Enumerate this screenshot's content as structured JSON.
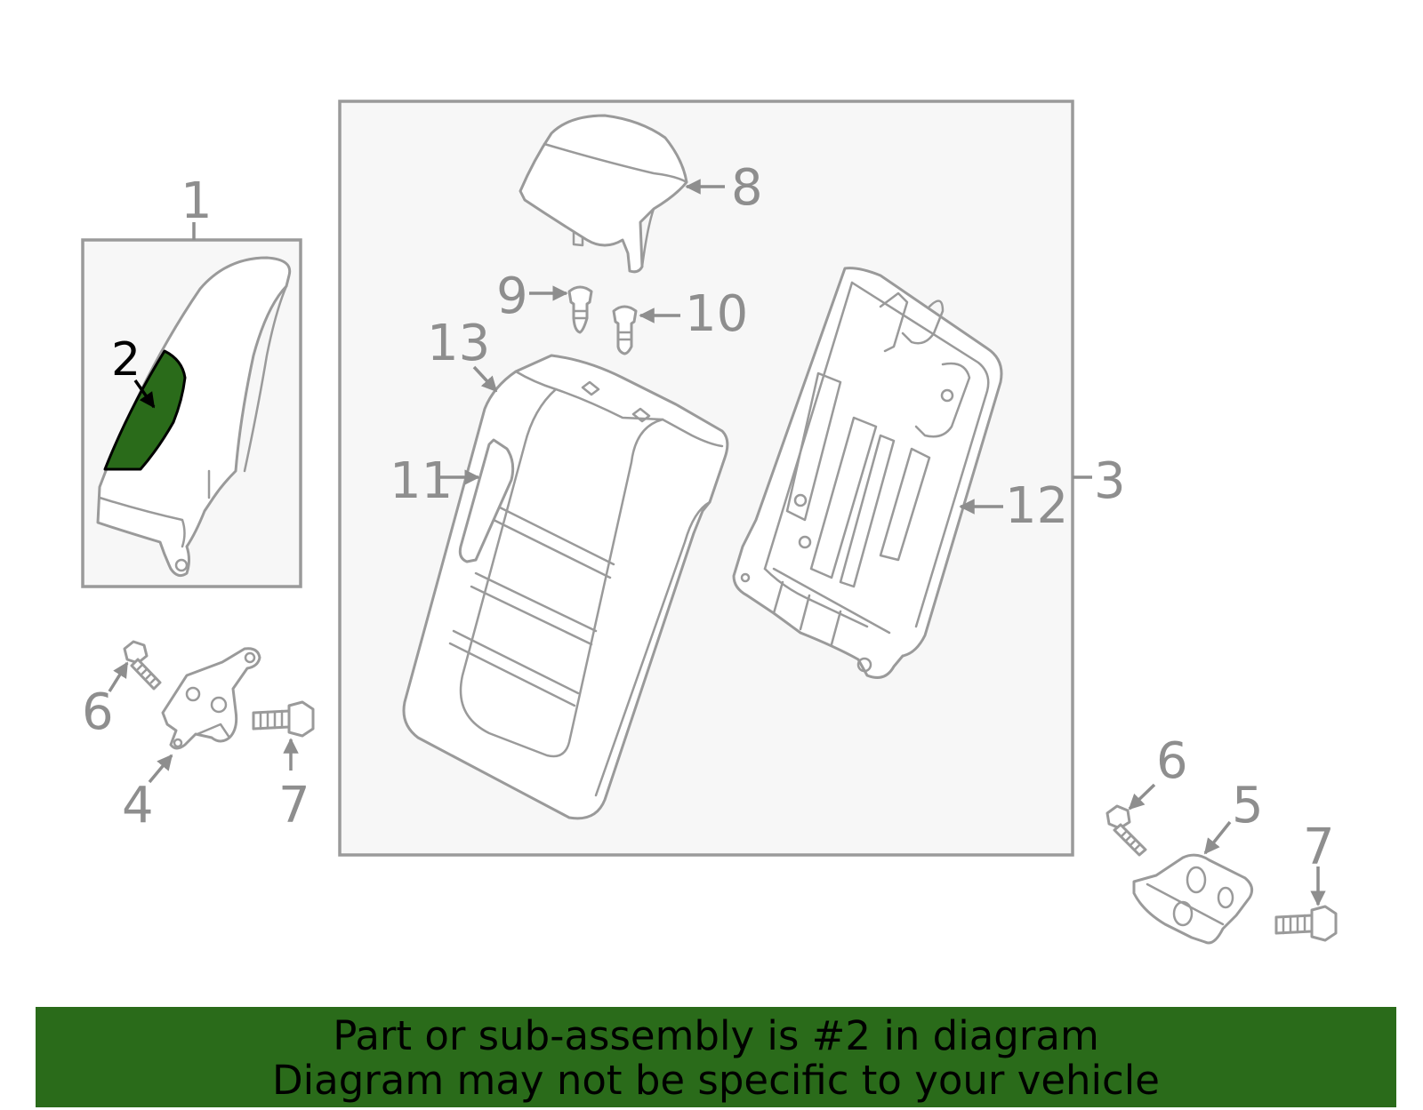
{
  "callouts": {
    "c1": "1",
    "c2": "2",
    "c3": "3",
    "c4": "4",
    "c5": "5",
    "c6a": "6",
    "c6b": "6",
    "c7a": "7",
    "c7b": "7",
    "c8": "8",
    "c9": "9",
    "c10": "10",
    "c11": "11",
    "c12": "12",
    "c13": "13"
  },
  "banner": {
    "line1": "Part or sub-assembly is #2 in diagram",
    "line2": "Diagram may not be specific to your vehicle"
  },
  "colors": {
    "highlight": "#2a6b1a",
    "line": "#9a9a9a",
    "box_fill": "#f7f7f7"
  }
}
